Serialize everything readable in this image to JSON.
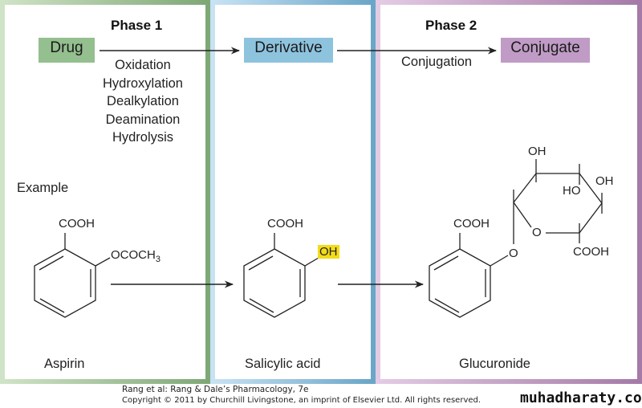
{
  "phases": {
    "phase1": {
      "title": "Phase 1"
    },
    "phase2": {
      "title": "Phase 2"
    }
  },
  "stages": {
    "drug": {
      "label": "Drug",
      "color": "#94bf8e"
    },
    "derivative": {
      "label": "Derivative",
      "color": "#8ec3de"
    },
    "conjugate": {
      "label": "Conjugate",
      "color": "#c09bc6"
    }
  },
  "phase1_reactions": [
    "Oxidation",
    "Hydroxylation",
    "Dealkylation",
    "Deamination",
    "Hydrolysis"
  ],
  "phase2_reaction": "Conjugation",
  "example_label": "Example",
  "molecules": {
    "aspirin": {
      "name": "Aspirin",
      "group_top": "COOH",
      "group_side": "OCOCH",
      "group_side_sub": "3"
    },
    "salicylic_acid": {
      "name": "Salicylic acid",
      "group_top": "COOH",
      "group_side": "OH",
      "highlight_color": "#f3dc17"
    },
    "glucuronide": {
      "name": "Glucuronide",
      "group_top": "COOH",
      "linker": "O",
      "ring_oxygen": "O",
      "ring_oh_top": "OH",
      "ring_ho": "HO",
      "ring_oh_right": "OH",
      "ring_cooh": "COOH"
    }
  },
  "footer": {
    "citation": "Rang et al: Rang & Dale’s Pharmacology, 7e",
    "copyright": "Copyright © 2011 by Churchill Livingstone, an imprint of Elsevier Ltd. All rights reserved.",
    "watermark": "muhadharaty.com"
  }
}
